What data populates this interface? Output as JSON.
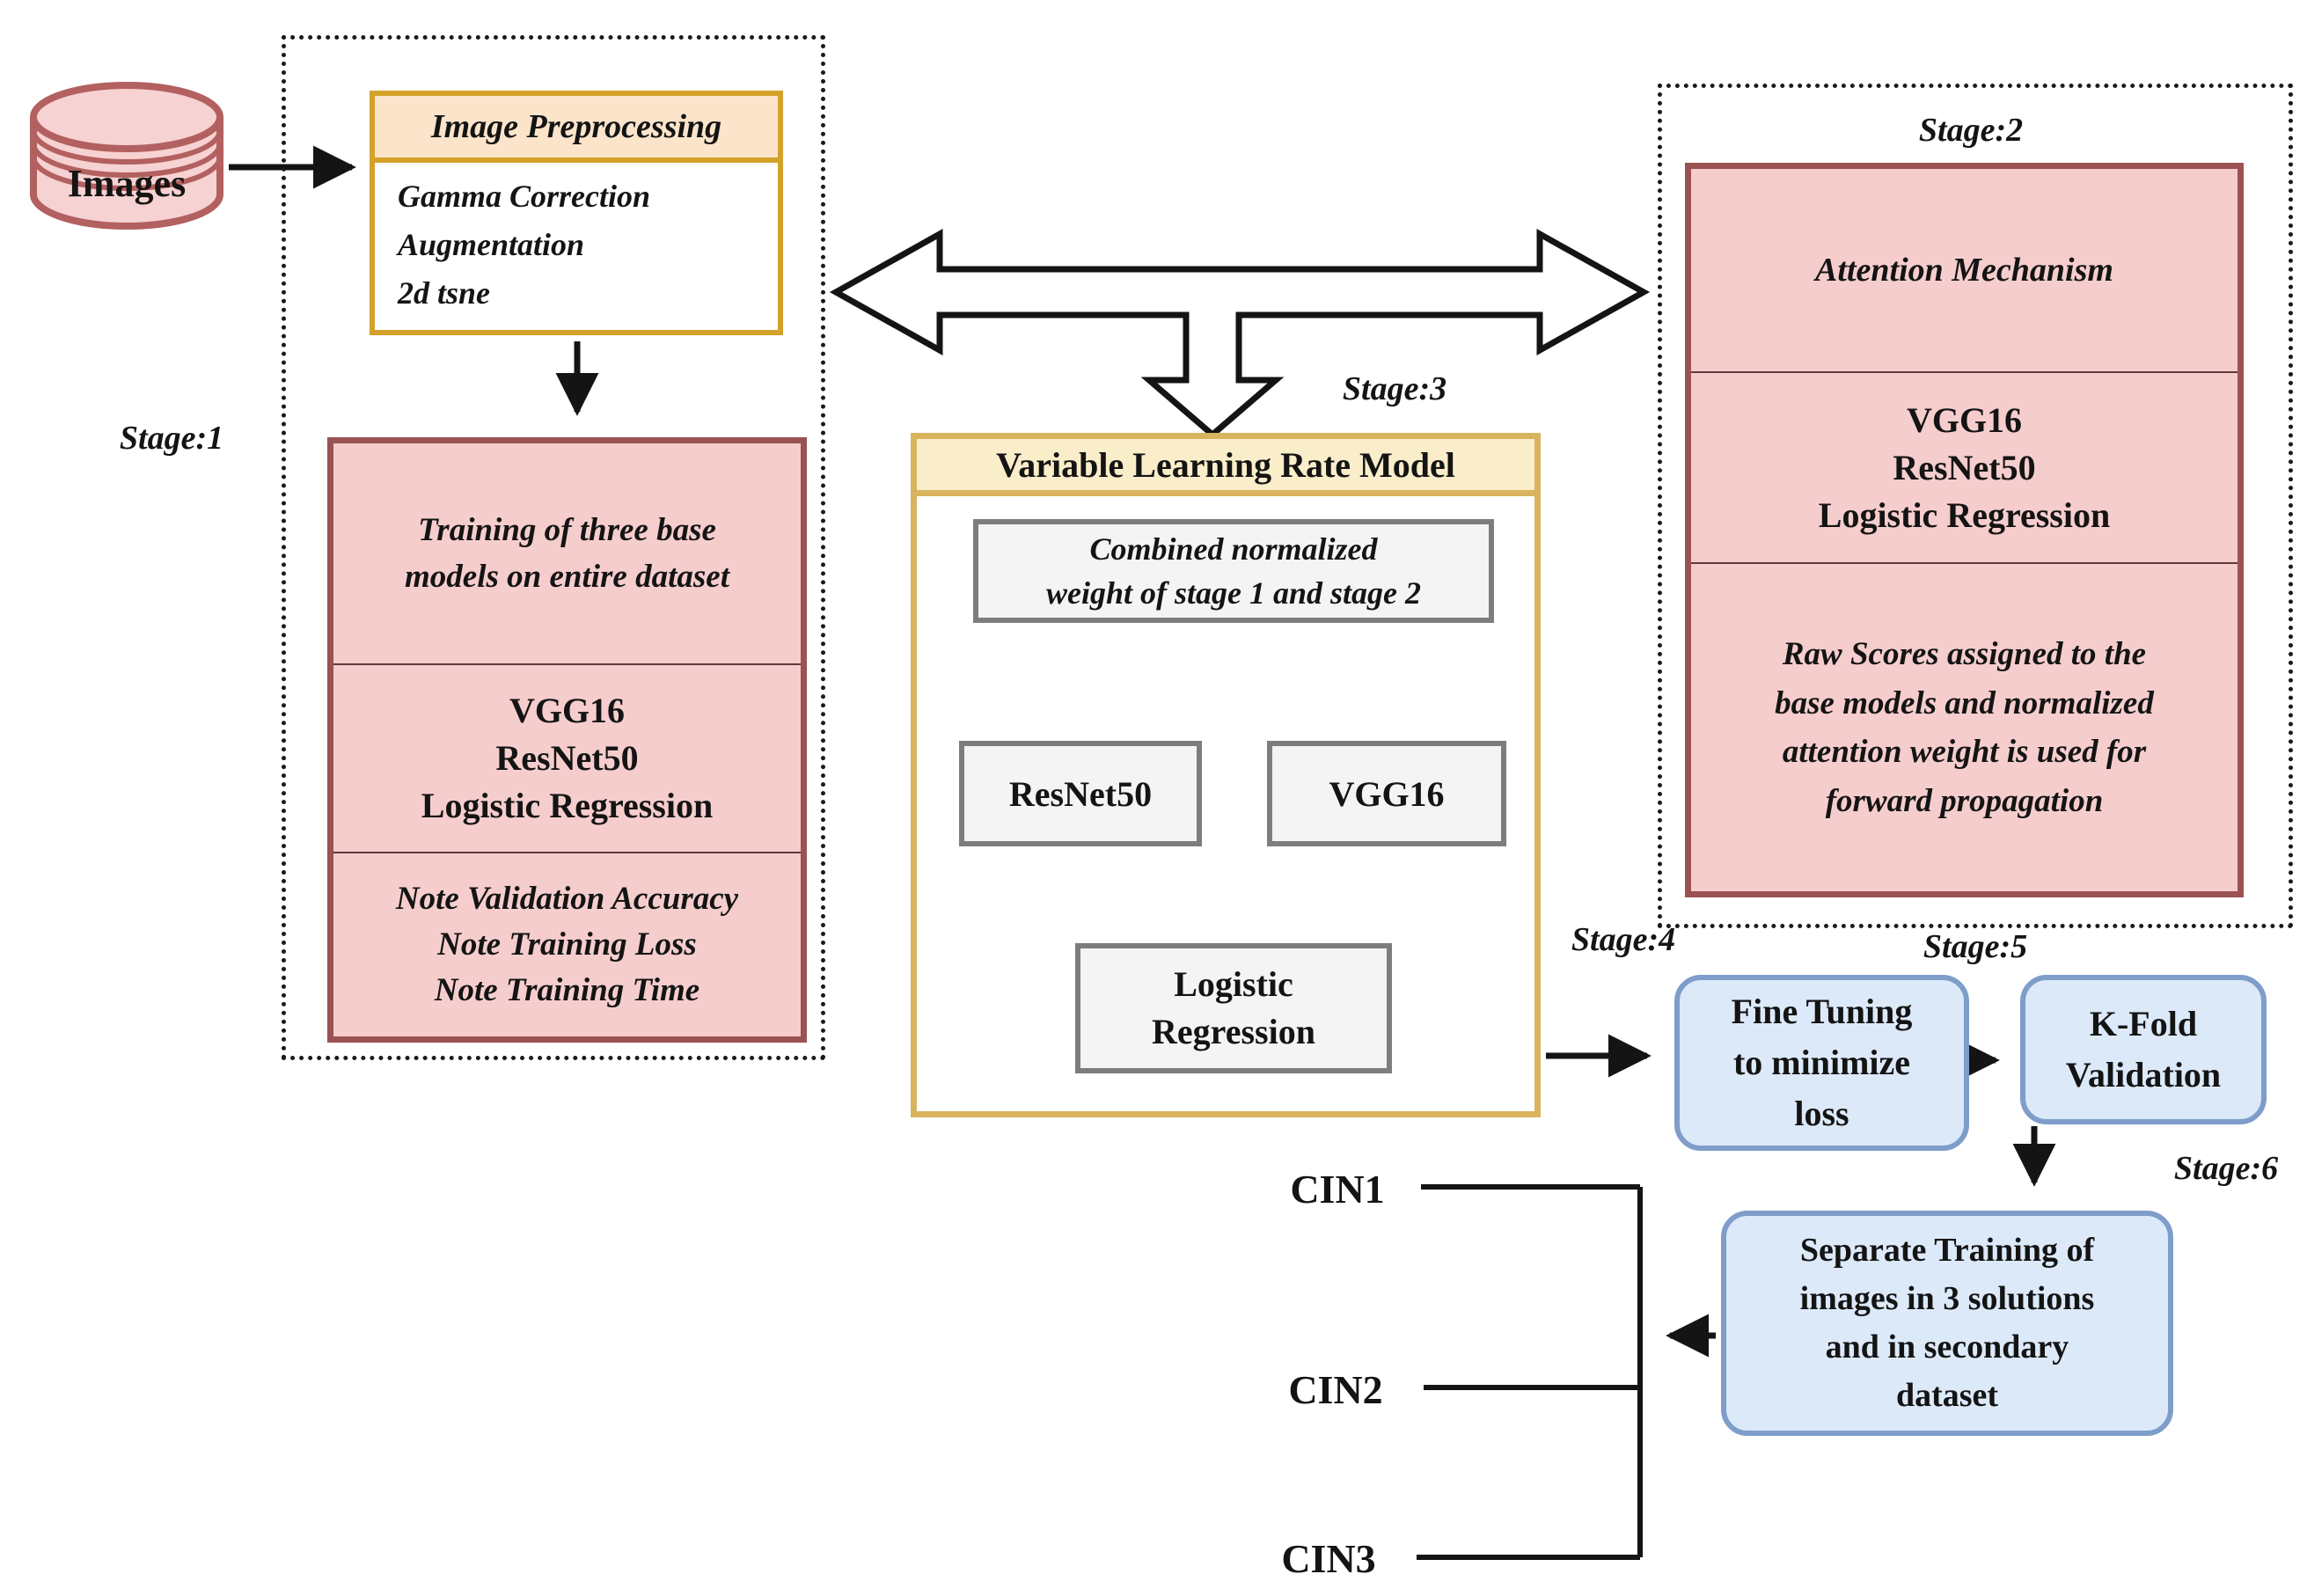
{
  "colors": {
    "pink-fill": "#f6cdcd",
    "pink-border": "#9a5252",
    "cyl-fill": "#f7d2d2",
    "cyl-border": "#b36060",
    "gold-border": "#d4a22a",
    "peach-fill": "#fce4cb",
    "gold-light": "#d9b45e",
    "cream-fill": "#faeeca",
    "gray-fill": "#f4f4f4",
    "gray-border": "#7d7d7d",
    "blue-fill": "#dce9f8",
    "blue-border": "#7e9dc9",
    "line": "#141414"
  },
  "database": {
    "label": "Images"
  },
  "stage1": {
    "label": "Stage:1",
    "preprocessing": {
      "title": "Image Preprocessing",
      "items": [
        "Gamma Correction",
        "Augmentation",
        "2d tsne"
      ]
    },
    "training": {
      "heading": "Training of three base\nmodels on entire dataset",
      "models": [
        "VGG16",
        "ResNet50",
        "Logistic Regression"
      ],
      "notes": [
        "Note Validation Accuracy",
        "Note Training Loss",
        "Note Training Time"
      ]
    }
  },
  "stage2": {
    "label": "Stage:2",
    "attention": {
      "heading": "Attention Mechanism",
      "models": [
        "VGG16",
        "ResNet50",
        "Logistic Regression"
      ],
      "description": "Raw Scores assigned to the\nbase models and normalized\nattention weight is used for\nforward propagation"
    }
  },
  "stage3": {
    "label": "Stage:3",
    "vlrm": {
      "title": "Variable Learning Rate Model",
      "combined": "Combined normalized\nweight of stage 1 and stage 2",
      "left_model": "ResNet50",
      "right_model": "VGG16",
      "output_model": "Logistic\nRegression"
    }
  },
  "stage4": {
    "label": "Stage:4",
    "box": "Fine Tuning\nto minimize\nloss"
  },
  "stage5": {
    "label": "Stage:5",
    "box": "K-Fold\nValidation"
  },
  "stage6": {
    "label": "Stage:6",
    "box": "Separate Training of\nimages in 3 solutions\nand in secondary\ndataset"
  },
  "outputs": [
    "CIN1",
    "CIN2",
    "CIN3"
  ]
}
